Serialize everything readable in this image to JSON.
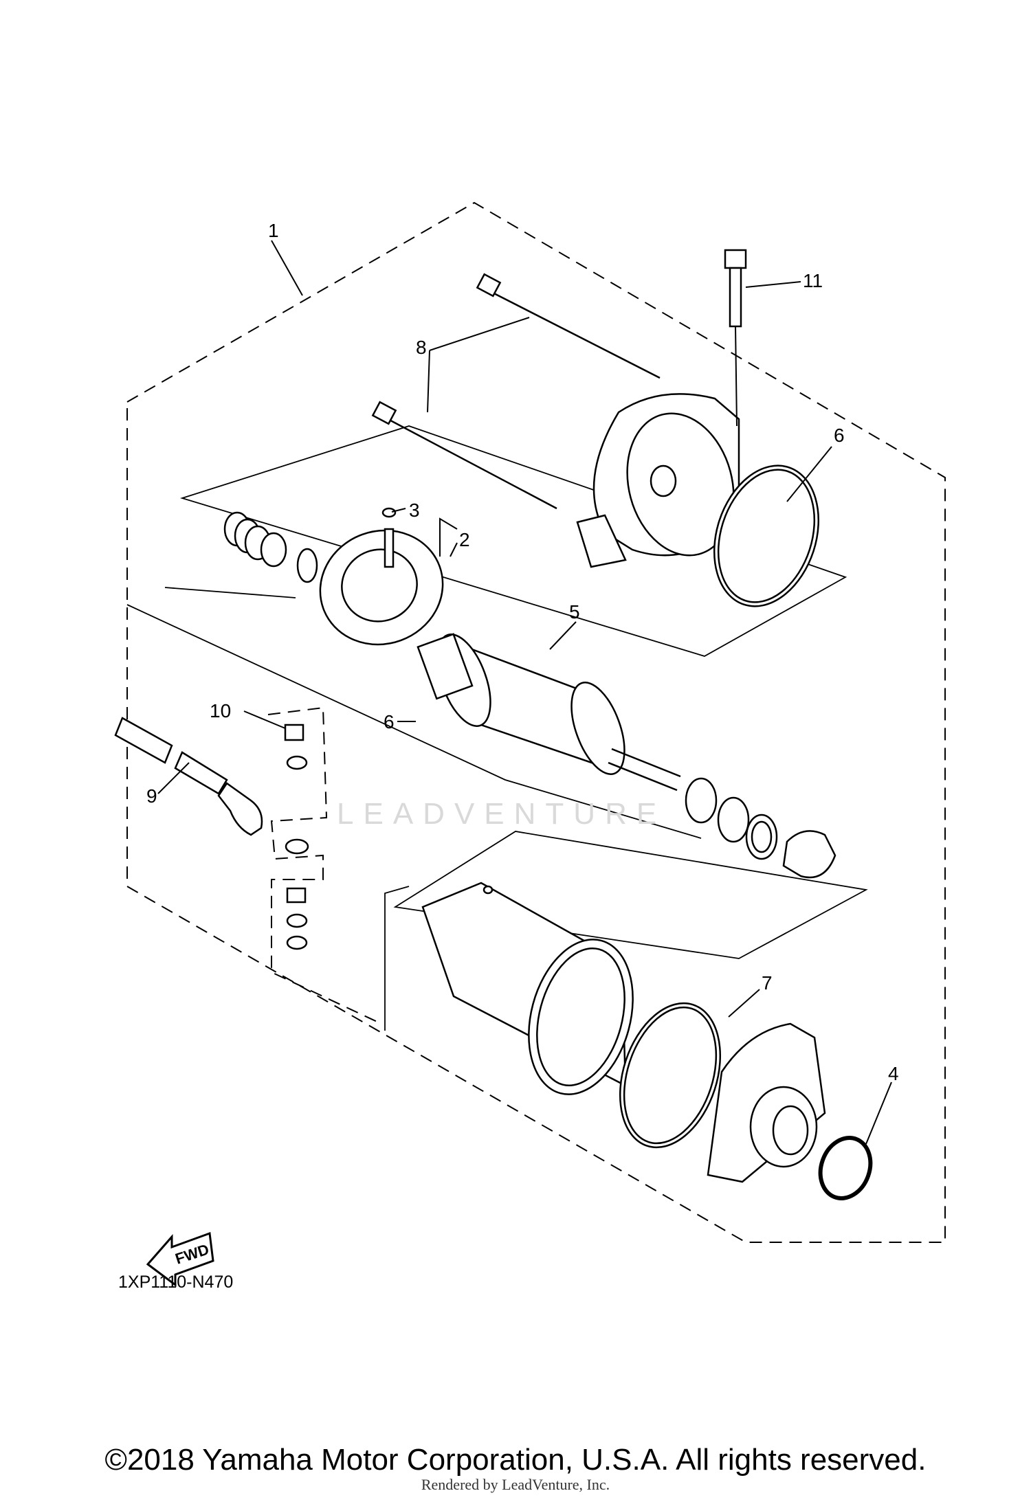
{
  "diagram_code": "1XP1110-N470",
  "fwd_label": "FWD",
  "watermark": "LEADVENTURE",
  "copyright": "©2018 Yamaha Motor Corporation, U.S.A. All rights reserved.",
  "rendered_by": "Rendered by LeadVenture, Inc.",
  "callouts": {
    "c1": "1",
    "c2": "2",
    "c3": "3",
    "c4": "4",
    "c5": "5",
    "c6a": "6",
    "c6b": "6",
    "c7": "7",
    "c8": "8",
    "c9": "9",
    "c10": "10",
    "c11": "11"
  }
}
